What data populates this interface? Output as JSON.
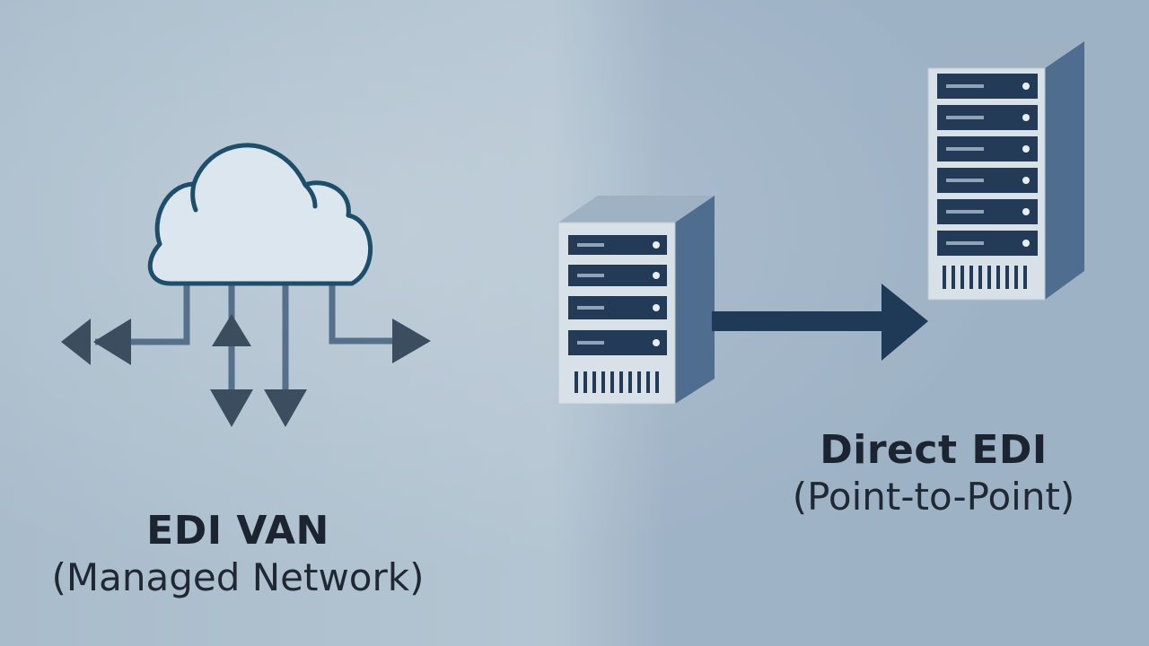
{
  "van": {
    "title": "EDI VAN",
    "subtitle": "(Managed Network)",
    "icons": [
      "cloud-icon",
      "arrow-left-icon",
      "arrow-right-icon",
      "arrow-up-icon",
      "arrow-down-icon"
    ]
  },
  "direct": {
    "title": "Direct EDI",
    "subtitle": "(Point-to-Point)",
    "icons": [
      "server-icon",
      "server-icon",
      "arrow-right-icon"
    ]
  },
  "colors": {
    "background": "#a9bccb",
    "cloud_fill": "#dce6ee",
    "cloud_stroke": "#1f4e6b",
    "line": "#55708a",
    "arrow": "#3d4d60",
    "server_body": "#d9e1e8",
    "server_side": "#4f6e8f",
    "server_bay": "#233b57",
    "connector": "#1e3a57",
    "text": "#1b2430"
  }
}
